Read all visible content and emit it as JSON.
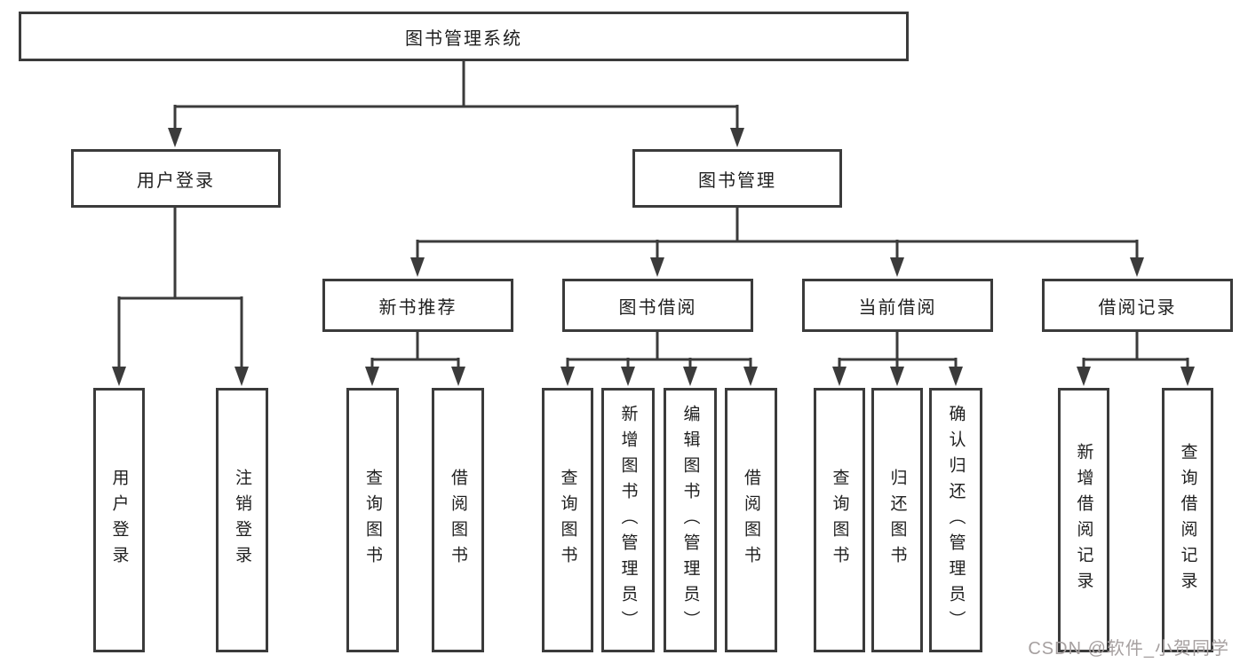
{
  "diagram": {
    "root": {
      "label": "图书管理系统"
    },
    "level2": [
      {
        "label": "用户登录"
      },
      {
        "label": "图书管理"
      }
    ],
    "level3": [
      {
        "label": "新书推荐"
      },
      {
        "label": "图书借阅"
      },
      {
        "label": "当前借阅"
      },
      {
        "label": "借阅记录"
      }
    ],
    "leaves": {
      "user_login": [
        {
          "label": "用户登录"
        },
        {
          "label": "注销登录"
        }
      ],
      "new_books": [
        {
          "label": "查询图书"
        },
        {
          "label": "借阅图书"
        }
      ],
      "book_borrow": [
        {
          "label": "查询图书"
        },
        {
          "label": "新增图书（管理员）"
        },
        {
          "label": "编辑图书（管理员）"
        },
        {
          "label": "借阅图书"
        }
      ],
      "current_borrow": [
        {
          "label": "查询图书"
        },
        {
          "label": "归还图书"
        },
        {
          "label": "确认归还（管理员）"
        }
      ],
      "borrow_records": [
        {
          "label": "新增借阅记录"
        },
        {
          "label": "查询借阅记录"
        }
      ]
    },
    "line_color": "#3b3b3b"
  },
  "watermark": {
    "text": "CSDN @软件_小贺同学",
    "color": "#a6a0a0"
  }
}
